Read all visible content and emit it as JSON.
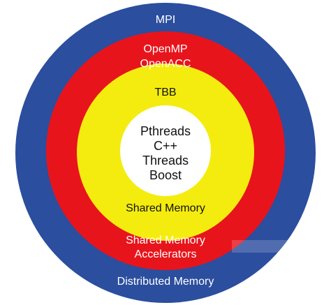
{
  "rings": {
    "outer": {
      "top_label": "MPI",
      "bottom_label": "Distributed Memory",
      "color": "#2b4e9e"
    },
    "second": {
      "top_lines": [
        "OpenMP",
        "OpenACC"
      ],
      "bottom_lines": [
        "Shared Memory",
        "Accelerators"
      ],
      "color": "#e8141c"
    },
    "third": {
      "top_label": "TBB",
      "bottom_label": "Shared Memory",
      "color": "#f4ec0f"
    },
    "center": {
      "lines": [
        "Pthreads",
        "C++",
        "Threads",
        "Boost"
      ],
      "color": "#ffffff"
    }
  }
}
